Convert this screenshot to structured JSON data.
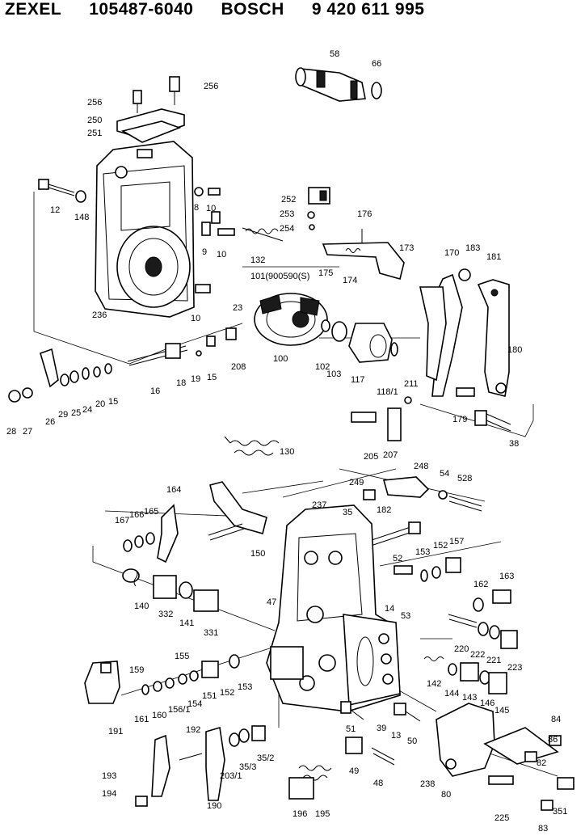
{
  "header": {
    "brand": "ZEXEL",
    "part_no": "105487-6040",
    "maker": "BOSCH",
    "maker_no": "9 420 611 995"
  },
  "labels": {
    "l58": "58",
    "l66": "66",
    "l256a": "256",
    "l256b": "256",
    "l250": "250",
    "l251": "251",
    "l12": "12",
    "l148": "148",
    "l8": "8",
    "l10a": "10",
    "l9": "9",
    "l10b": "10",
    "l132": "132",
    "l236": "236",
    "l10c": "10",
    "l252": "252",
    "l253": "253",
    "l254": "254",
    "l176": "176",
    "l175": "175",
    "l174": "174",
    "l173": "173",
    "l101": "101(900590(S)",
    "l170": "170",
    "l183": "183",
    "l181": "181",
    "l23": "23",
    "l208": "208",
    "l100": "100",
    "l102": "102",
    "l103": "103",
    "l117": "117",
    "l1181": "118/1",
    "l180": "180",
    "l211": "211",
    "l179": "179",
    "l38": "38",
    "l205": "205",
    "l207": "207",
    "l16": "16",
    "l18": "18",
    "l19": "19",
    "l15a": "15",
    "l15b": "15",
    "l20": "20",
    "l24": "24",
    "l25": "25",
    "l29": "29",
    "l26": "26",
    "l27": "27",
    "l28": "28",
    "l130": "130",
    "l248": "248",
    "l54": "54",
    "l528": "528",
    "l249": "249",
    "l164": "164",
    "l167": "167",
    "l166": "166",
    "l165": "165",
    "l237": "237",
    "l35": "35",
    "l182": "182",
    "l150": "150",
    "l52": "52",
    "l153a": "153",
    "l152a": "152",
    "l157": "157",
    "l162": "162",
    "l163": "163",
    "l47": "47",
    "l14": "14",
    "l53": "53",
    "l140": "140",
    "l332": "332",
    "l141": "141",
    "l331": "331",
    "l220": "220",
    "l222": "222",
    "l221": "221",
    "l223": "223",
    "l155": "155",
    "l159": "159",
    "l142": "142",
    "l144": "144",
    "l143": "143",
    "l146": "146",
    "l145": "145",
    "l161": "161",
    "l160": "160",
    "l156": "156/1",
    "l154": "154",
    "l151": "151",
    "l152b": "152",
    "l153b": "153",
    "l191": "191",
    "l51": "51",
    "l39": "39",
    "l13": "13",
    "l50": "50",
    "l84": "84",
    "l192": "192",
    "l2031": "203/1",
    "l353": "35/3",
    "l352": "35/2",
    "l86": "86",
    "l82": "82",
    "l193": "193",
    "l49": "49",
    "l48": "48",
    "l238": "238",
    "l80": "80",
    "l351": "351",
    "l194": "194",
    "l190": "190",
    "l196": "196",
    "l195": "195",
    "l225": "225",
    "l83": "83"
  }
}
